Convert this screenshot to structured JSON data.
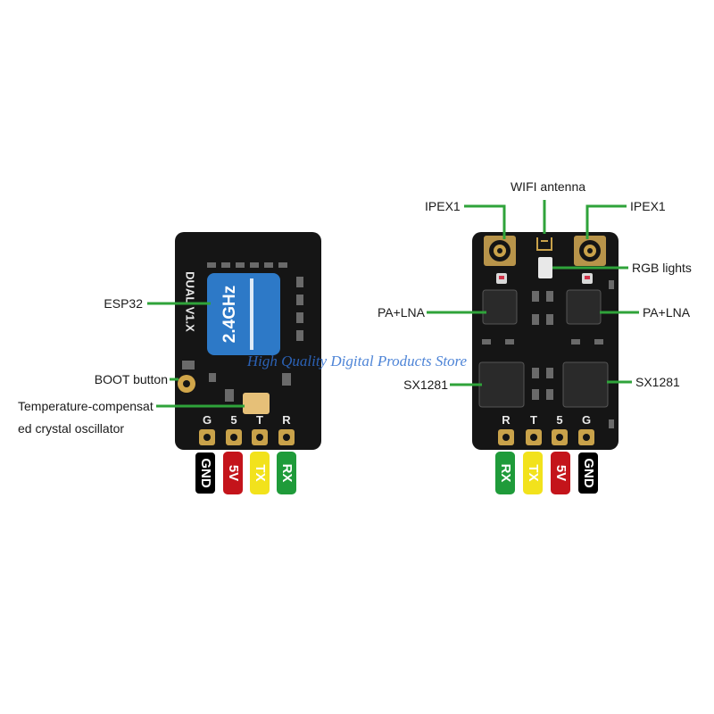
{
  "left_board": {
    "silkscreen_model": "DUAL V1.X",
    "chip_label": "2.4GHz",
    "pin_letters": [
      "G",
      "5",
      "T",
      "R"
    ],
    "wire_tags": [
      {
        "text": "GND",
        "color": "#000000"
      },
      {
        "text": "5V",
        "color": "#c4141b"
      },
      {
        "text": "TX",
        "color": "#f2e21c"
      },
      {
        "text": "RX",
        "color": "#1f9b3a"
      }
    ],
    "callouts": {
      "esp32": "ESP32",
      "boot": "BOOT button",
      "tcxo_line1": "Temperature-compensat",
      "tcxo_line2": "ed crystal oscillator"
    }
  },
  "right_board": {
    "pin_letters": [
      "R",
      "T",
      "5",
      "G"
    ],
    "wire_tags": [
      {
        "text": "RX",
        "color": "#1f9b3a"
      },
      {
        "text": "TX",
        "color": "#f2e21c"
      },
      {
        "text": "5V",
        "color": "#c4141b"
      },
      {
        "text": "GND",
        "color": "#000000"
      }
    ],
    "callouts": {
      "wifi_antenna": "WIFI antenna",
      "ipex_left": "IPEX1",
      "ipex_right": "IPEX1",
      "rgb": "RGB lights",
      "pa_lna_left": "PA+LNA",
      "pa_lna_right": "PA+LNA",
      "sx_left": "SX1281",
      "sx_right": "SX1281"
    }
  },
  "watermark": "High Quality Digital Products Store",
  "colors": {
    "board": "#151515",
    "callout_line": "#2fa33a",
    "chip_blue": "#2d79c7",
    "pad_gold": "#c9a24a"
  }
}
